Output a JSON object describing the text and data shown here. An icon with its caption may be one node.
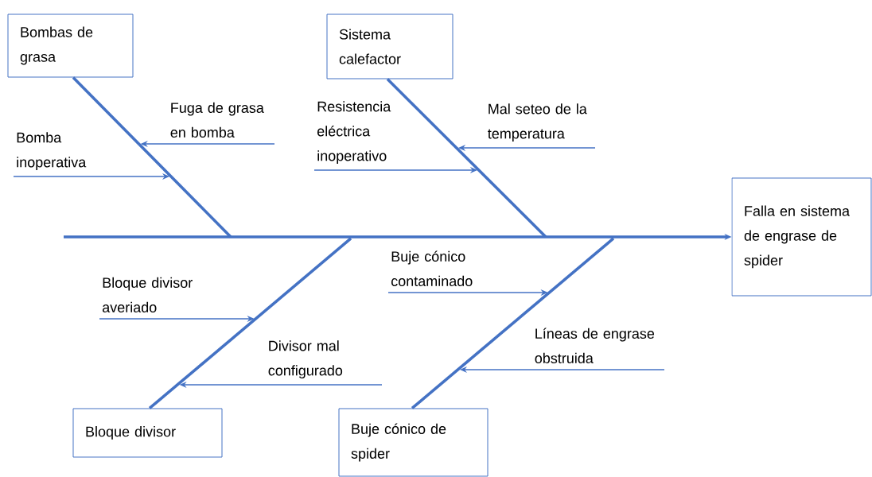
{
  "diagram": {
    "nodes": [
      {
        "text": [
          "Bombas de grasa"
        ]
      },
      {
        "text": [
          "Sistema calefactor"
        ]
      },
      {
        "text": [
          "Falla en sistema de engrase de spider"
        ]
      },
      {
        "text": [
          "Bloque divisor"
        ]
      },
      {
        "text": [
          "Buje cónico de spider"
        ]
      },
      {
        "text": [
          "Fuga de grasa en bomba"
        ]
      },
      {
        "text": [
          "Bomba inoperativa"
        ]
      },
      {
        "text": [
          "Resistencia eléctrica inoperativo"
        ]
      },
      {
        "text": [
          "Mal seteo de la temperatura"
        ]
      },
      {
        "text": [
          "Bloque divisor averiado"
        ]
      },
      {
        "text": [
          "Divisor mal configurado"
        ]
      },
      {
        "text": [
          "Buje cónico contaminado"
        ]
      },
      {
        "text": [
          "Líneas de engrase obstruida"
        ]
      }
    ],
    "edges": [
      {
        "from": null,
        "to": 2,
        "arrow": "to",
        "style": "thick"
      },
      {
        "from": 0,
        "to": null,
        "arrow": "none",
        "style": "thick"
      },
      {
        "from": 1,
        "to": null,
        "arrow": "none",
        "style": "thick"
      },
      {
        "from": 3,
        "to": null,
        "arrow": "none",
        "style": "thick"
      },
      {
        "from": 4,
        "to": null,
        "arrow": "none",
        "style": "thick"
      },
      {
        "from": 5,
        "to": null,
        "arrow": "to"
      },
      {
        "from": 6,
        "to": null,
        "arrow": "to"
      },
      {
        "from": 7,
        "to": null,
        "arrow": "to"
      },
      {
        "from": 8,
        "to": null,
        "arrow": "to"
      },
      {
        "from": 9,
        "to": null,
        "arrow": "to"
      },
      {
        "from": 10,
        "to": null,
        "arrow": "to"
      },
      {
        "from": 11,
        "to": null,
        "arrow": "to"
      },
      {
        "from": 12,
        "to": null,
        "arrow": "to"
      }
    ]
  }
}
